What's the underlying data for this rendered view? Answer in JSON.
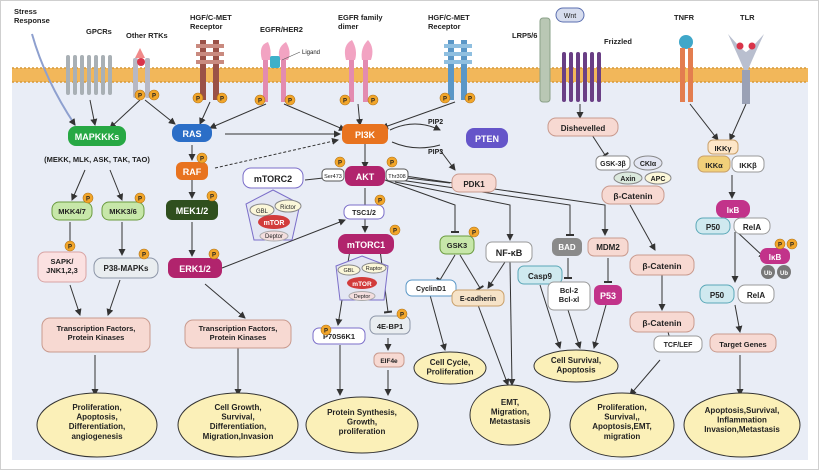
{
  "receptors": {
    "stress_response": "Stress\nResponse",
    "gpcrs": "GPCRs",
    "other_rtks": "Other RTKs",
    "hgf_cmet_1": "HGF/C-MET\nReceptor",
    "egfr_her2": "EGFR/HER2",
    "ligand": "Ligand",
    "egfr_dimer": "EGFR family\ndimer",
    "hgf_cmet_2": "HGF/C-MET\nReceptor",
    "lrp56": "LRP5/6",
    "wnt": "Wnt",
    "frizzled": "Frizzled",
    "tnfr": "TNFR",
    "tlr": "TLR"
  },
  "phospho": "P",
  "ubiquitin": "Ub",
  "nodes": {
    "mapkkks": "MAPKKKs",
    "mapkkk_list": "(MEKK, MLK, ASK, TAK, TAO)",
    "mkk47": "MKK4/7",
    "mkk36": "MKK3/6",
    "sapk_jnk": "SAPK/\nJNK1,2,3",
    "p38": "P38-MAPKs",
    "ras": "RAS",
    "raf": "RAF",
    "mek12": "MEK1/2",
    "erk12": "ERK1/2",
    "mtorc2": "mTORC2",
    "gbl": "GBL",
    "rictor": "Rictor",
    "mtor": "mTOR",
    "deptor": "Deptor",
    "pi3k": "PI3K",
    "pip2": "PIP2",
    "pip3": "PIP3",
    "pten": "PTEN",
    "pdk1": "PDK1",
    "akt": "AKT",
    "ser473": "Ser473",
    "thr308": "Thr308",
    "tsc12": "TSC1/2",
    "mtorc1": "mTORC1",
    "gbl2": "GBL",
    "raptor": "Raptor",
    "mtor2": "mTOR",
    "deptor2": "Deptor",
    "p70s6k1": "P70S6K1",
    "ebp1": "4E-BP1",
    "eif4e": "EIF4e",
    "gsk3": "GSK3",
    "cyclind1": "CyclinD1",
    "nfkb": "NF-κB",
    "ecadherin": "E-cadherin",
    "bad": "BAD",
    "mdm2": "MDM2",
    "casp9": "Casp9",
    "bcl2": "Bcl-2\nBcl-xl",
    "p53": "P53",
    "dishevelled": "Dishevelled",
    "gsk3b": "GSK-3β",
    "ck1a": "CKIα",
    "axin": "Axin",
    "apc": "APC",
    "bcatenin1": "β-Catenin",
    "bcatenin2": "β-Catenin",
    "bcatenin3": "β-Catenin",
    "tcflef": "TCF/LEF",
    "ikkg": "IKKγ",
    "ikka": "IKKα",
    "ikkb": "IKKβ",
    "ikb": "IκB",
    "p50a": "P50",
    "rela_a": "RelA",
    "ikb2": "IκB",
    "p50b": "P50",
    "rela_b": "RelA",
    "target_genes": "Target Genes"
  },
  "outcomes": {
    "tf1": "Transcription Factors,\nProtein Kinases",
    "tf2": "Transcription Factors,\nProtein Kinases",
    "o1": "Proliferation,\nApoptosis,\nDifferentiation,\nangiogenesis",
    "o2": "Cell Growth,\nSurvival,\nDifferentiation,\nMigration,Invasion",
    "o3": "Protein Synthesis,\nGrowth,\nproliferation",
    "o4": "Cell Cycle,\nProliferation",
    "o5": "EMT,\nMigration,\nMetastasis",
    "o6": "Cell Survival,\nApoptosis",
    "o7": "Proliferation,\nSurvival,,\nApoptosis,EMT,\nmigration",
    "o8": "Apoptosis,Survival,\nInflammation\nInvasion,Metastasis"
  },
  "colors": {
    "membrane": "#f2b75a",
    "cytoplasm": "#e9edf6",
    "green": "#27a844",
    "blue": "#2b6ec7",
    "orange": "#e8731f",
    "olive": "#7c8a1e",
    "dark_green": "#2f4f1e",
    "magenta": "#b1246d",
    "purple": "#6555c9",
    "outcome": "#fbf0b8",
    "tf_box": "#f7d9d2",
    "phospho": "#f2a62a"
  }
}
